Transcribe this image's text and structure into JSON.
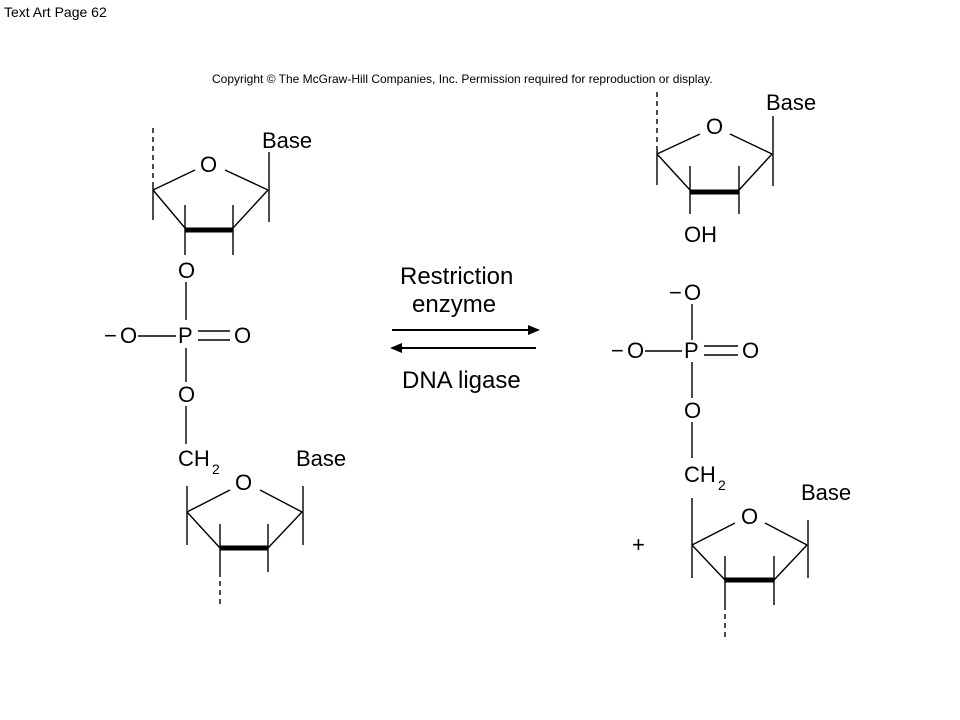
{
  "page_title": "Text Art Page 62",
  "copyright": "Copyright © The McGraw-Hill Companies, Inc. Permission required for reproduction or display.",
  "labels": {
    "base": "Base",
    "ring_o": "O",
    "oh": "OH",
    "neg": "−",
    "o": "O",
    "p": "P",
    "ch": "CH",
    "ch_sub": "2",
    "plus": "+"
  },
  "reaction": {
    "forward_line1": "Restriction",
    "forward_line2": "enzyme",
    "reverse": "DNA ligase"
  }
}
